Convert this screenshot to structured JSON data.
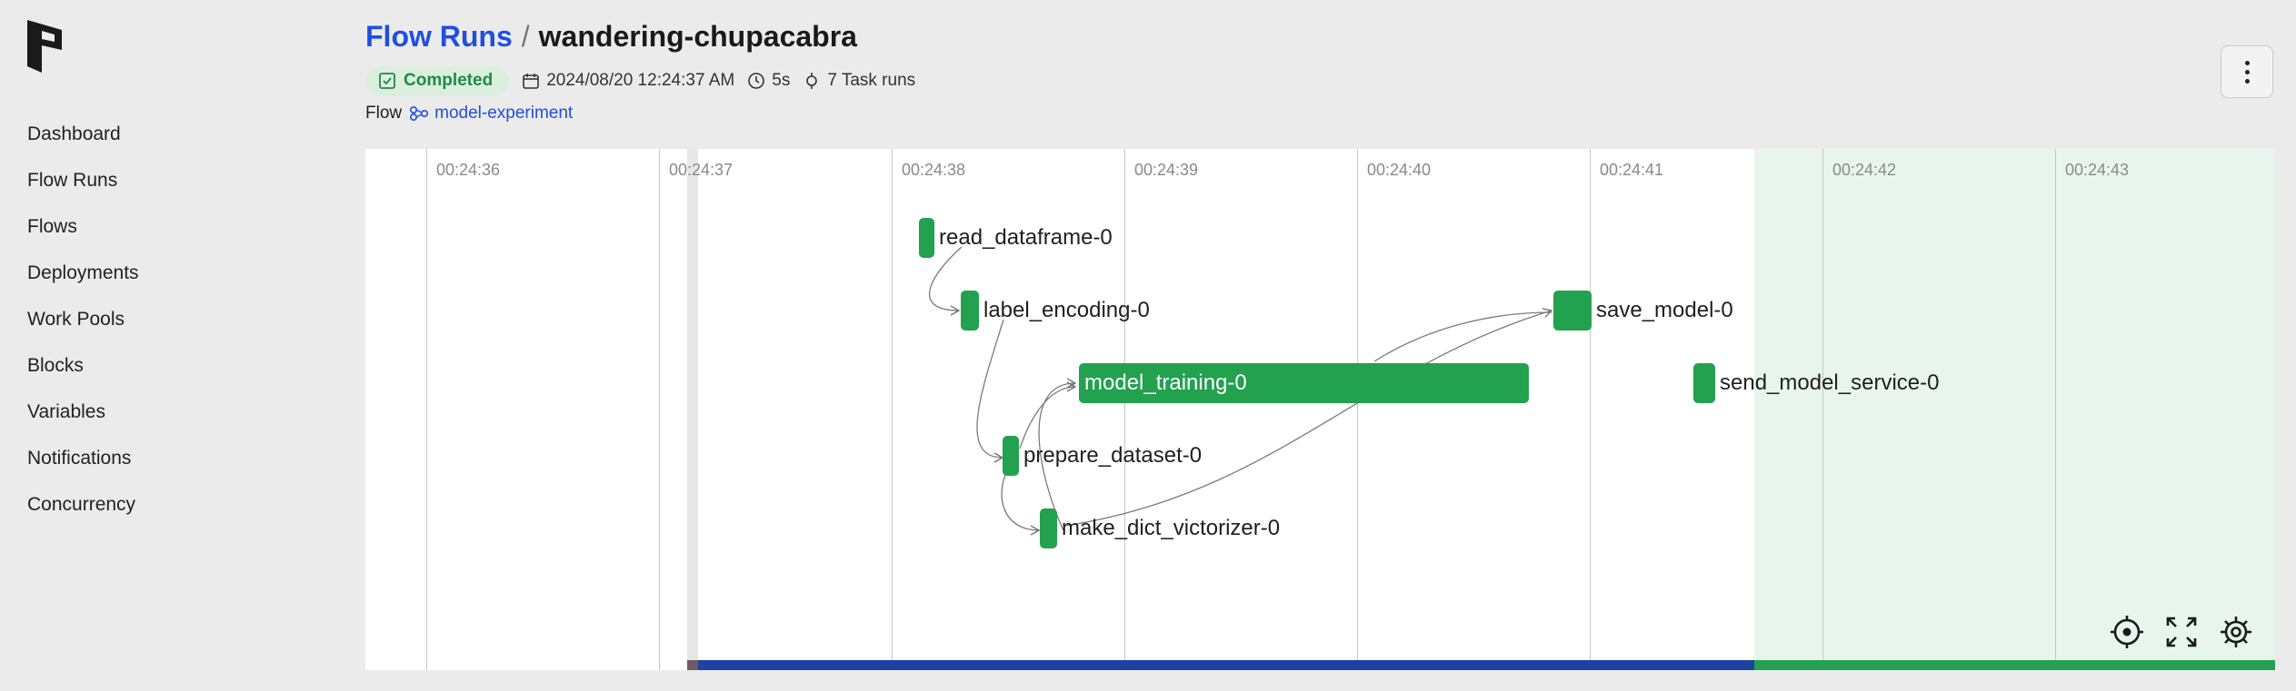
{
  "nav": {
    "items": [
      "Dashboard",
      "Flow Runs",
      "Flows",
      "Deployments",
      "Work Pools",
      "Blocks",
      "Variables",
      "Notifications",
      "Concurrency"
    ]
  },
  "header": {
    "breadcrumb_link": "Flow Runs",
    "separator": "/",
    "run_name": "wandering-chupacabra",
    "state": "Completed",
    "start_time": "2024/08/20 12:24:37 AM",
    "duration": "5s",
    "task_runs": "7 Task runs",
    "flow_prefix": "Flow",
    "flow_name": "model-experiment"
  },
  "timeline": {
    "ticks": [
      "00:24:36",
      "00:24:37",
      "00:24:38",
      "00:24:39",
      "00:24:40",
      "00:24:41",
      "00:24:42",
      "00:24:43"
    ],
    "task_runs": [
      {
        "name": "read_dataframe-0"
      },
      {
        "name": "label_encoding-0"
      },
      {
        "name": "model_training-0"
      },
      {
        "name": "prepare_dataset-0"
      },
      {
        "name": "make_dict_victorizer-0"
      },
      {
        "name": "save_model-0"
      },
      {
        "name": "send_model_service-0"
      }
    ]
  },
  "colors": {
    "accent": "#1f4fe0",
    "completed": "#22a14e",
    "completed_bg": "#dcefdf",
    "track_blue": "#1c43a1",
    "track_green": "#22a14e",
    "track_gray": "#6e5d66"
  },
  "icons": [
    "prefect-logo-icon",
    "check-square-icon",
    "calendar-icon",
    "clock-icon",
    "task-run-icon",
    "flow-icon",
    "more-vertical-icon",
    "recenter-icon",
    "fullscreen-icon",
    "settings-gear-icon"
  ]
}
